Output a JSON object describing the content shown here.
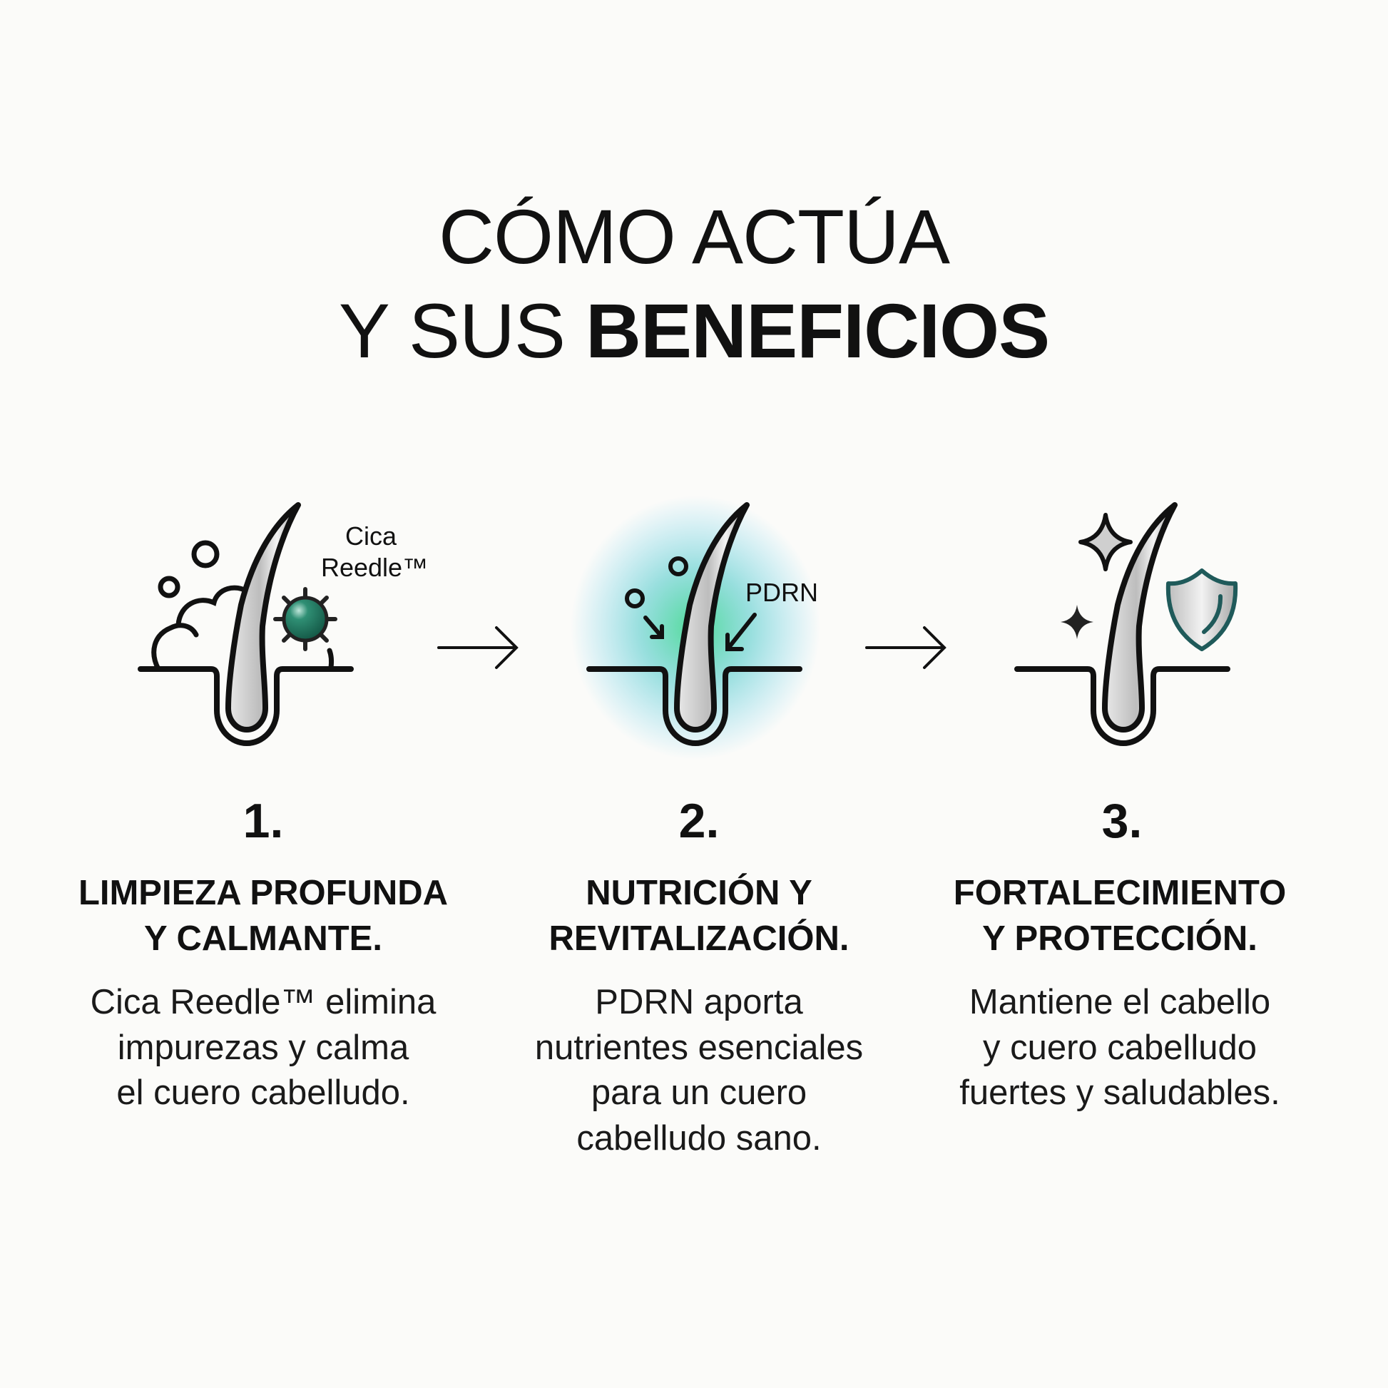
{
  "title": {
    "line1": "CÓMO ACTÚA",
    "line2_regular": "Y SUS ",
    "line2_bold": "BENEFICIOS"
  },
  "steps": [
    {
      "number": "1.",
      "heading": [
        "LIMPIEZA PROFUNDA",
        "Y CALMANTE."
      ],
      "body": [
        "Cica Reedle™ elimina",
        "impurezas y calma",
        "el cuero cabelludo."
      ],
      "icon_label": [
        "Cica",
        "Reedle™"
      ],
      "icon": "hair-follicle-cleansing-icon"
    },
    {
      "number": "2.",
      "heading": [
        "NUTRICIÓN Y",
        "REVITALIZACIÓN."
      ],
      "body": [
        "PDRN aporta",
        "nutrientes esenciales",
        "para un cuero",
        "cabelludo sano."
      ],
      "icon_label": [
        "PDRN"
      ],
      "icon": "hair-follicle-nutrition-icon"
    },
    {
      "number": "3.",
      "heading": [
        "FORTALECIMIENTO",
        "Y PROTECCIÓN."
      ],
      "body": [
        "Mantiene el cabello",
        "y cuero cabelludo",
        "fuertes y saludables."
      ],
      "icon": "hair-follicle-protection-icon"
    }
  ],
  "colors": {
    "accent_green": "#1f7a62",
    "shield_teal": "#1f5a5a",
    "glow_green": "#39d27a",
    "glow_cyan": "#4fc8e8"
  }
}
